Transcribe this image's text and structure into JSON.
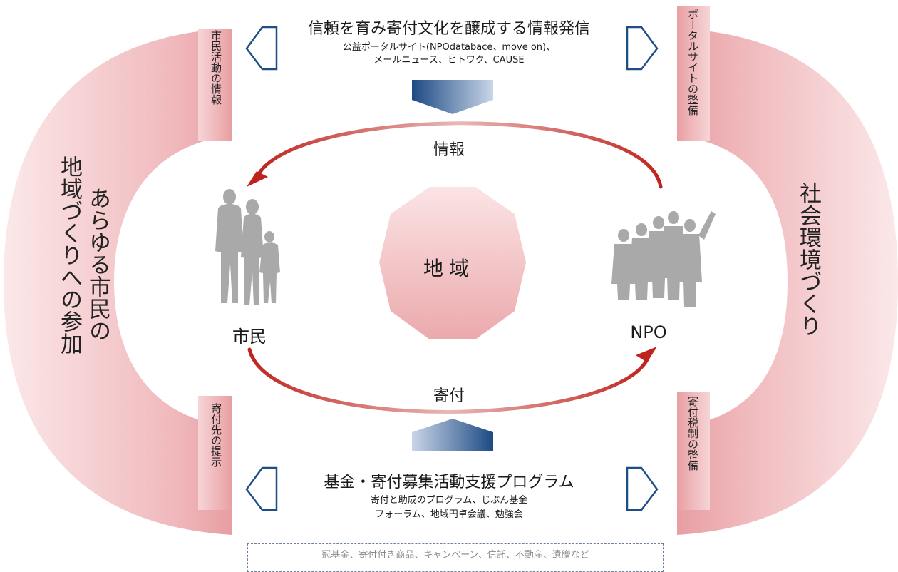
{
  "top": {
    "title": "信頼を育み寄付文化を醸成する情報発信",
    "line1": "公益ポータルサイト(NPOdatabace、move on)、",
    "line2": "メールニュース、ヒトワク、CAUSE"
  },
  "bottom": {
    "title": "基金・寄付募集活動支援プログラム",
    "line1": "寄付と助成のプログラム、じぶん基金",
    "line2": "フォーラム、地域円卓会議、勉強会"
  },
  "center": {
    "info": "情報",
    "donation": "寄付",
    "citizen": "市民",
    "npo": "NPO",
    "region": "地域"
  },
  "left": {
    "big_line1": "あらゆる市民の",
    "big_line2": "地域づくりへの参加",
    "top_tab": "市民活動の情報",
    "bottom_tab": "寄付先の提示"
  },
  "right": {
    "big": "社会環境づくり",
    "top_tab": "ポータルサイトの整備",
    "bottom_tab": "寄付税制の整備"
  },
  "note": "冠基金、寄付付き商品、キャンペーン、信託、不動産、遺贈など",
  "colors": {
    "arc_pink": "#e8a0a4",
    "arrow_red": "#b8201c",
    "chevron_blue": "#1f4e86",
    "octagon_pink": "#eeb6b8",
    "silhouette_gray": "#a9a9a9"
  }
}
